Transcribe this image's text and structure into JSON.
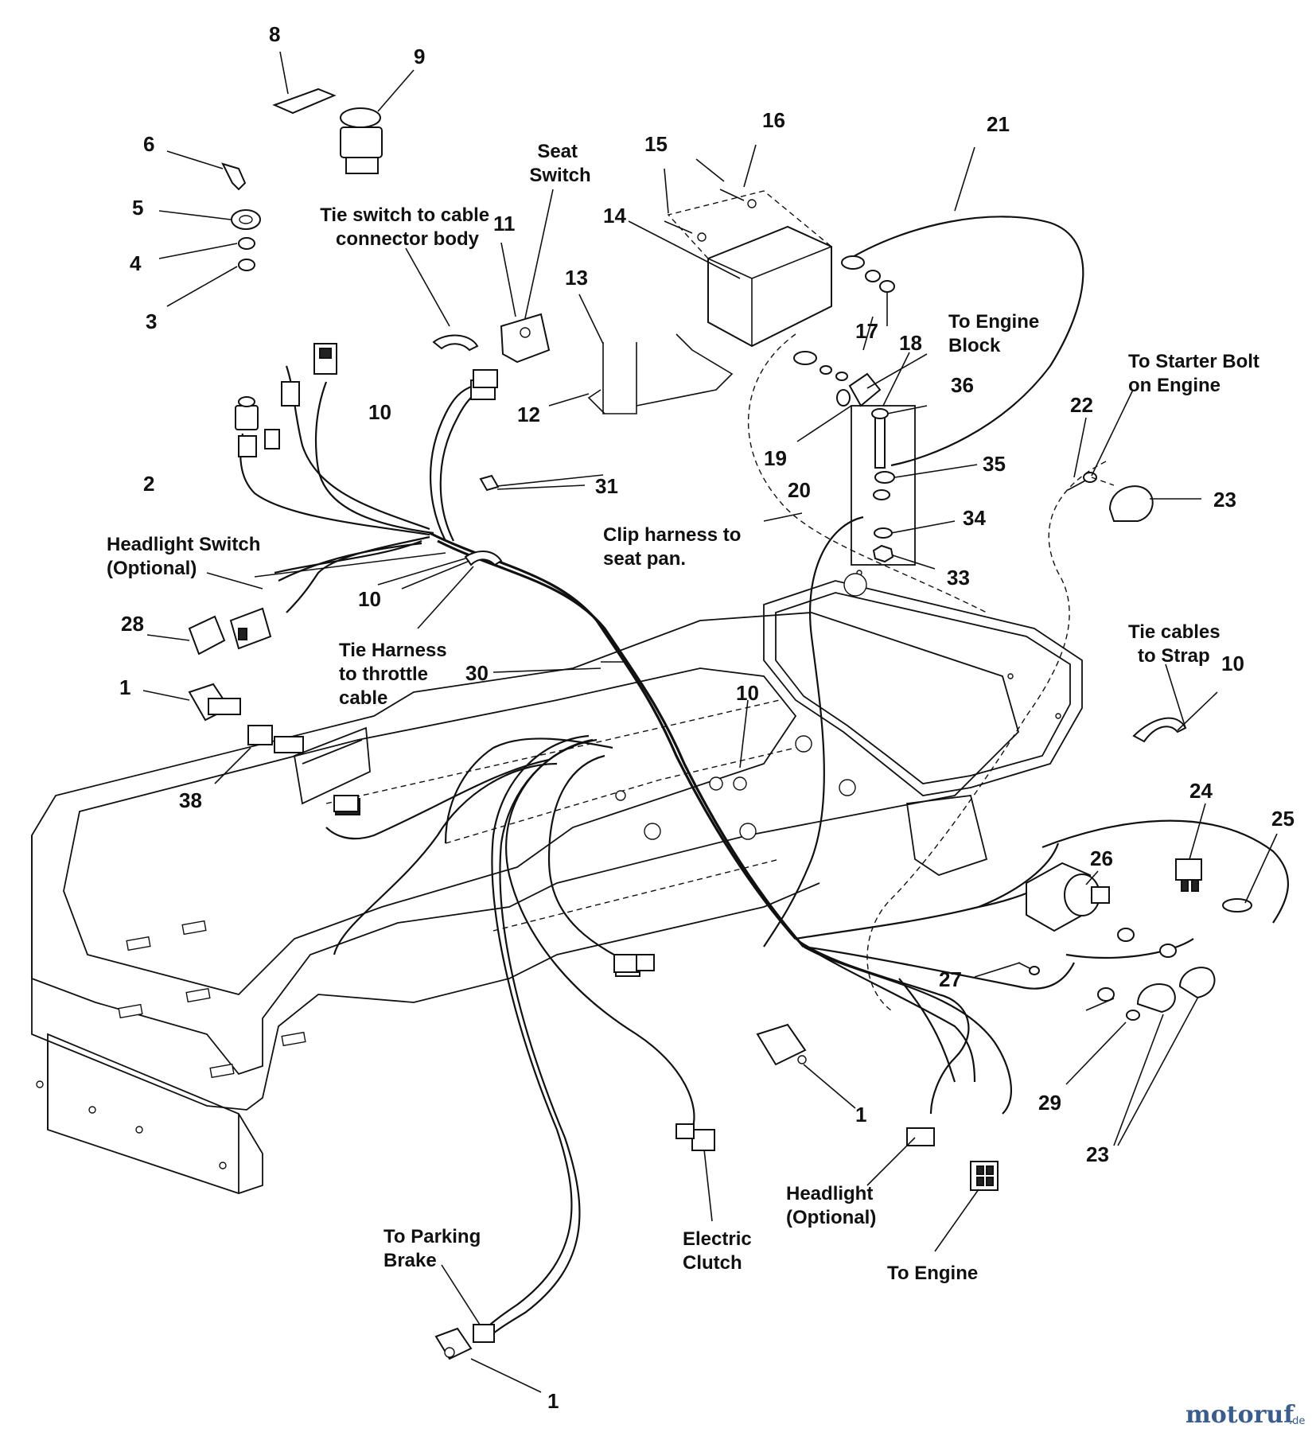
{
  "callouts": {
    "n1a": "1",
    "n1b": "1",
    "n1c": "1",
    "n2": "2",
    "n3": "3",
    "n4": "4",
    "n5": "5",
    "n6": "6",
    "n8": "8",
    "n9": "9",
    "n10a": "10",
    "n10b": "10",
    "n10c": "10",
    "n10d": "10",
    "n11": "11",
    "n12": "12",
    "n13": "13",
    "n14": "14",
    "n15": "15",
    "n16": "16",
    "n17": "17",
    "n18": "18",
    "n19": "19",
    "n20": "20",
    "n21": "21",
    "n22": "22",
    "n23a": "23",
    "n23b": "23",
    "n24": "24",
    "n25": "25",
    "n26": "26",
    "n27": "27",
    "n28": "28",
    "n29": "29",
    "n30": "30",
    "n31": "31",
    "n33": "33",
    "n34": "34",
    "n35": "35",
    "n36": "36",
    "n38": "38"
  },
  "labels": {
    "seat_switch": [
      "Seat",
      "Switch"
    ],
    "tie_switch": [
      "Tie switch to cable",
      "connector body"
    ],
    "to_engine_block": [
      "To Engine",
      "Block"
    ],
    "to_starter_bolt": [
      "To Starter Bolt",
      "on Engine"
    ],
    "headlight_switch": [
      "Headlight Switch",
      "(Optional)"
    ],
    "clip_harness": [
      "Clip harness to",
      "seat pan."
    ],
    "tie_harness": [
      "Tie Harness",
      "to throttle",
      "cable"
    ],
    "tie_cables": [
      "Tie cables",
      "to Strap"
    ],
    "to_parking_brake": [
      "To Parking",
      "Brake"
    ],
    "electric_clutch": [
      "Electric",
      "Clutch"
    ],
    "headlight": [
      "Headlight",
      "(Optional)"
    ],
    "to_engine": "To Engine"
  },
  "watermark": {
    "brand": "motoruf",
    "tld": ".de"
  },
  "colors": {
    "line": "#111111",
    "watermark": "#3a5d8f"
  }
}
